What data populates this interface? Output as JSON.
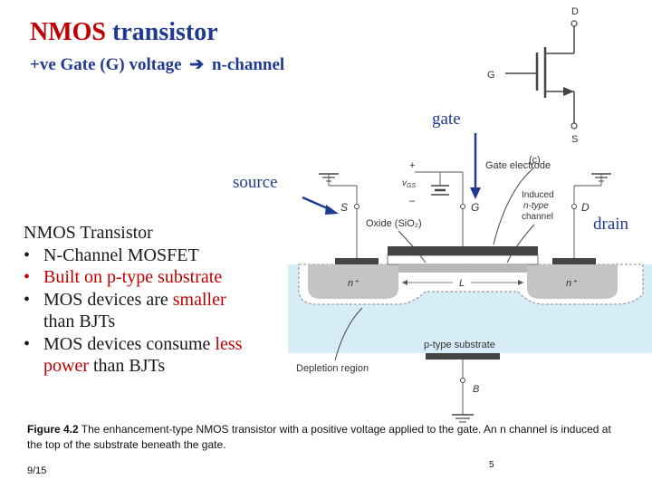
{
  "title": {
    "part1": "NMOS",
    "part2": "transistor"
  },
  "subtitle": {
    "left": "+ve  Gate (G) voltage",
    "right": "n-channel"
  },
  "labels": {
    "gate": "gate",
    "source": "source",
    "drain": "drain"
  },
  "symbol": {
    "d": "D",
    "g": "G",
    "s": "S"
  },
  "diagram": {
    "gate_electrode": "Gate electrode",
    "c": "(c)",
    "plus": "+",
    "minus": "–",
    "vgs": "v",
    "vgs_sub": "GS",
    "s": "S",
    "g": "G",
    "d": "D",
    "oxide": "Oxide (SiO₂)",
    "induced1": "Induced",
    "induced2": "n-type",
    "induced3": "channel",
    "nplus_left": "n⁺",
    "nplus_right": "n⁺",
    "l": "L",
    "substrate": "p-type substrate",
    "depletion": "Depletion region",
    "b": "B"
  },
  "bullets": {
    "heading": "NMOS Transistor",
    "b1": "N-Channel MOSFET",
    "b2": "Built on p-type substrate",
    "b3_a": "MOS devices are ",
    "b3_b": "smaller",
    "b3_c": "than BJTs",
    "b4_a": "MOS devices consume ",
    "b4_b": "less",
    "b4_c": "power",
    "b4_d": " than BJTs"
  },
  "caption": {
    "fig": "Figure 4.2",
    "text": "  The enhancement-type NMOS transistor with a positive voltage applied to the gate. An n channel is induced at the top of the substrate beneath the gate."
  },
  "footer": {
    "date": "9/15",
    "page": "5"
  },
  "colors": {
    "red": "#c00000",
    "blue": "#1f3a93",
    "substrate": "#d6ecf6",
    "depletion": "#ffffff",
    "nplus": "#c4c4c4"
  }
}
